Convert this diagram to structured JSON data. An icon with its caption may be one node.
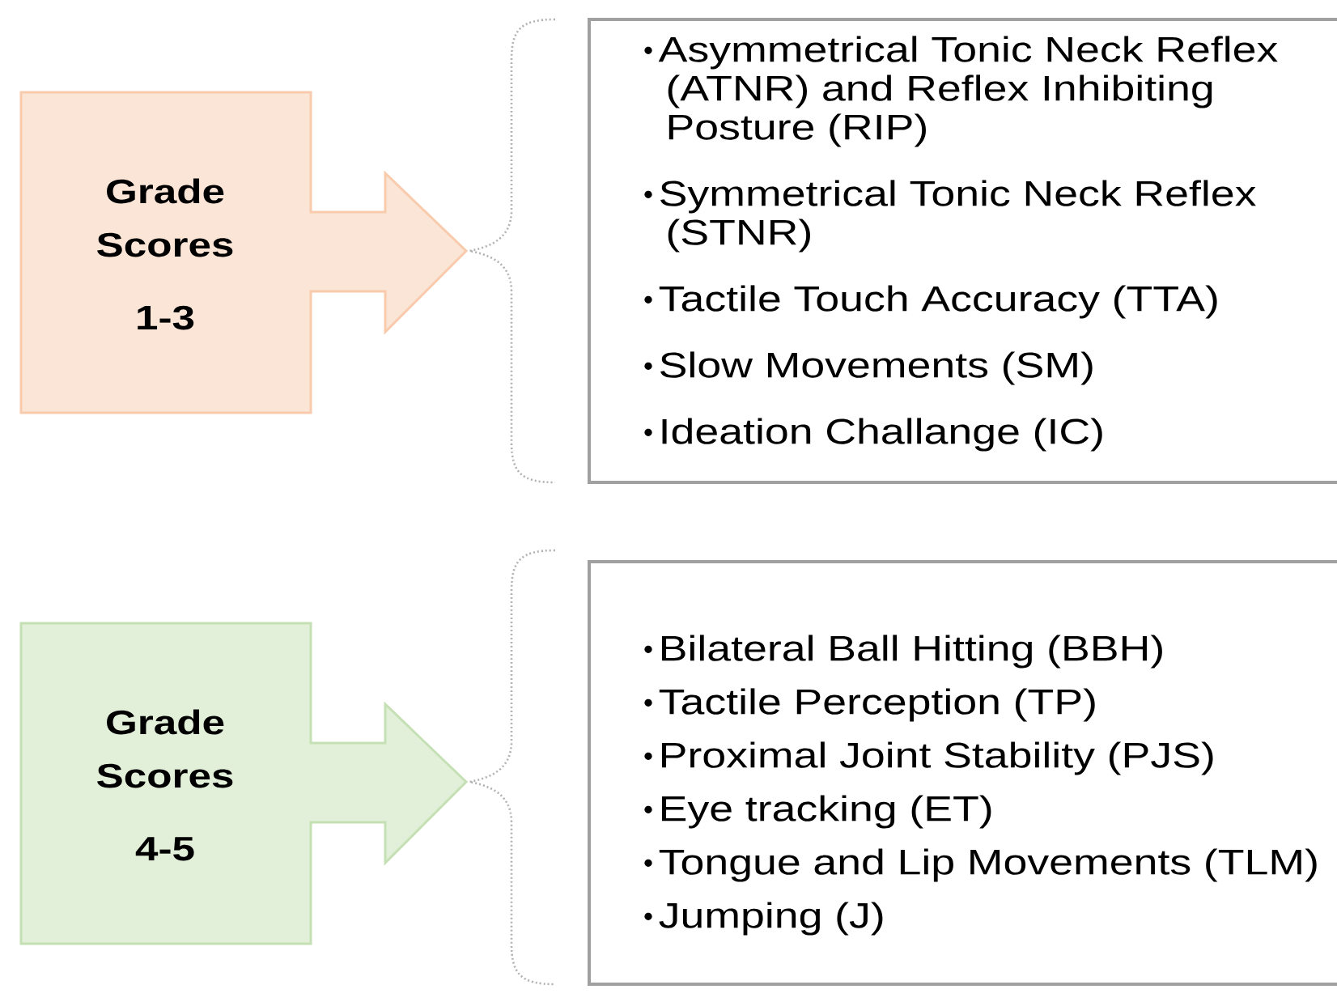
{
  "diagram": {
    "nodes": [
      {
        "text": [
          "Grade Scores",
          "1-3"
        ]
      },
      {
        "text": [
          "Asymmetrical Tonic Neck Reflex (ATNR) and Reflex Inhibiting Posture (RIP)",
          "Symmetrical Tonic Neck Reflex (STNR)",
          "Tactile Touch Accuracy (TTA)",
          "Slow Movements (SM)",
          "Ideation Challange (IC)"
        ]
      },
      {
        "text": [
          "Grade Scores",
          "4-5"
        ]
      },
      {
        "text": [
          "Bilateral Ball Hitting (BBH)",
          "Tactile Perception (TP)",
          "Proximal Joint Stability (PJS)",
          "Eye tracking (ET)",
          "Tongue and Lip Movements (TLM)",
          "Jumping (J)"
        ]
      }
    ]
  }
}
